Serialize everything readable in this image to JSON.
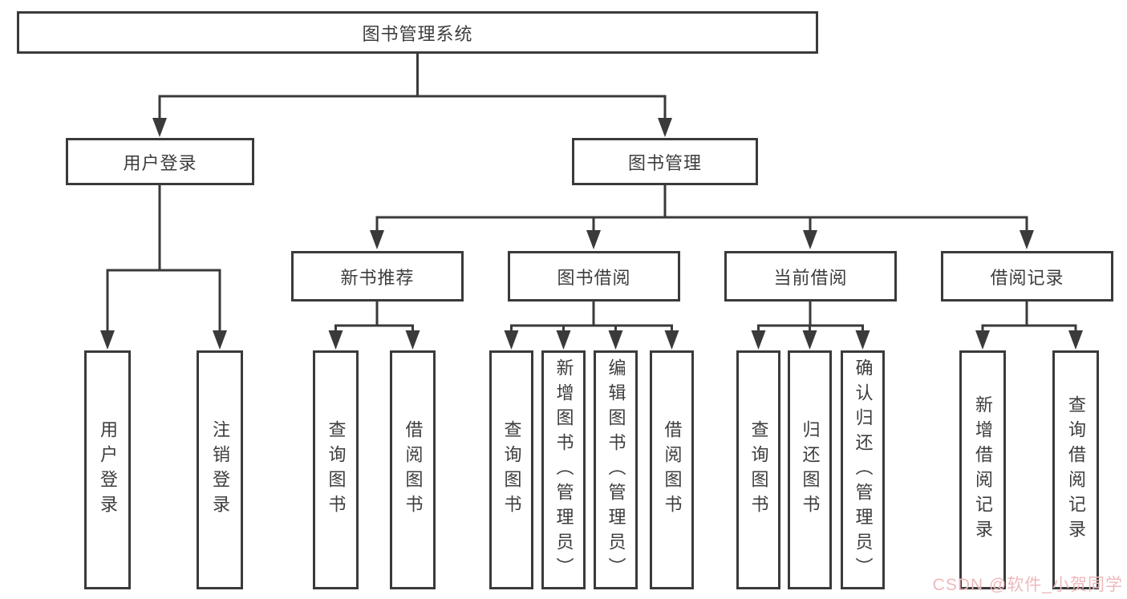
{
  "colors": {
    "line": "#3a3a3a",
    "text": "#3d3d3d",
    "watermark": "#eeb9bb",
    "bg": "#ffffff"
  },
  "tree": {
    "root": {
      "label": "图书管理系统"
    },
    "branches": [
      {
        "label": "用户登录",
        "children": [
          {
            "label": "用户登录"
          },
          {
            "label": "注销登录"
          }
        ]
      },
      {
        "label": "图书管理",
        "children": [
          {
            "label": "新书推荐",
            "children": [
              {
                "label": "查询图书"
              },
              {
                "label": "借阅图书"
              }
            ]
          },
          {
            "label": "图书借阅",
            "children": [
              {
                "label": "查询图书"
              },
              {
                "label": "新增图书（管理员）"
              },
              {
                "label": "编辑图书（管理员）"
              },
              {
                "label": "借阅图书"
              }
            ]
          },
          {
            "label": "当前借阅",
            "children": [
              {
                "label": "查询图书"
              },
              {
                "label": "归还图书"
              },
              {
                "label": "确认归还（管理员）"
              }
            ]
          },
          {
            "label": "借阅记录",
            "children": [
              {
                "label": "新增借阅记录"
              },
              {
                "label": "查询借阅记录"
              }
            ]
          }
        ]
      }
    ]
  },
  "watermark": {
    "text": "CSDN @软件_小贺同学"
  }
}
